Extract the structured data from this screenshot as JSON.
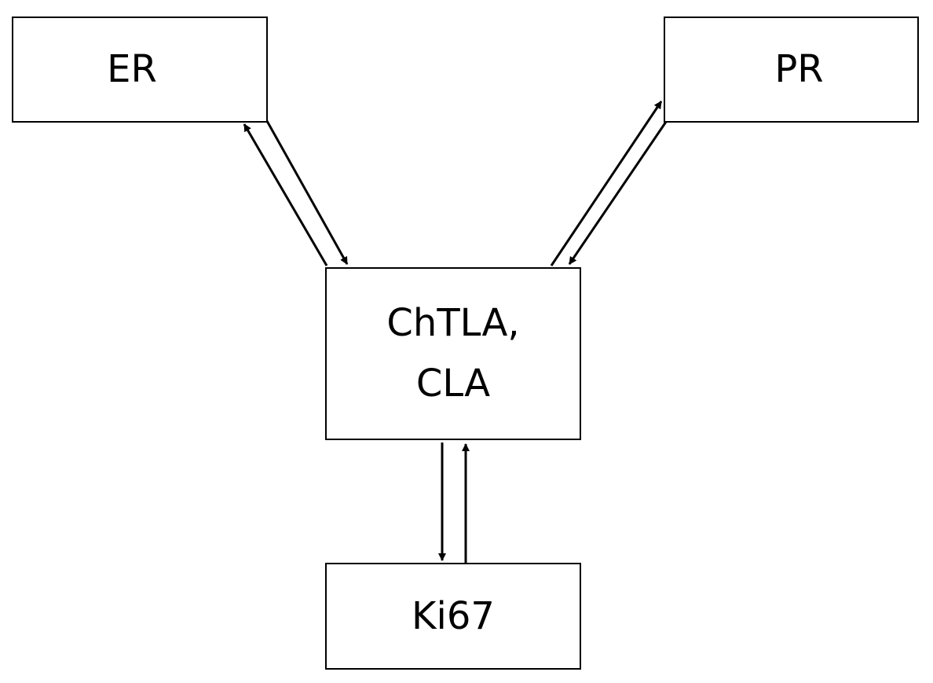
{
  "diagram": {
    "nodes": {
      "er": {
        "label": "ER"
      },
      "pr": {
        "label": "PR"
      },
      "center": {
        "line1": "ChTLA,",
        "line2": "CLA"
      },
      "ki67": {
        "label": "Ki67"
      }
    },
    "edges": [
      {
        "from": "er",
        "to": "center"
      },
      {
        "from": "center",
        "to": "er"
      },
      {
        "from": "center",
        "to": "pr"
      },
      {
        "from": "pr",
        "to": "center"
      },
      {
        "from": "center",
        "to": "ki67"
      },
      {
        "from": "ki67",
        "to": "center"
      }
    ]
  },
  "colors": {
    "line": "#000000",
    "box_border": "#000000",
    "background": "#ffffff"
  }
}
